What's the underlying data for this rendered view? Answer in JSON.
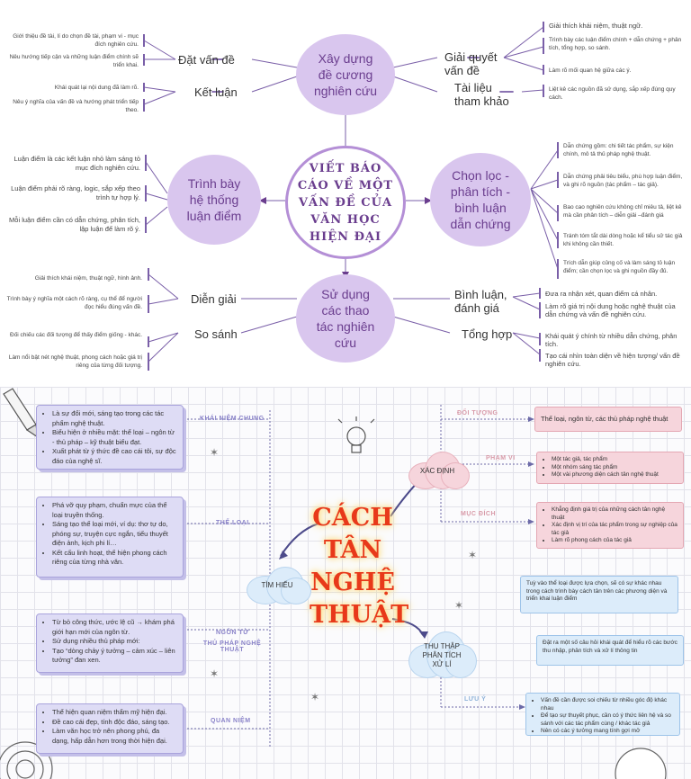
{
  "top": {
    "center": "VIẾT BÁO CÁO VỀ MỘT VẤN ĐỀ CỦA VĂN HỌC HIỆN ĐẠI",
    "bubbles": {
      "top": "Xây dựng đề cương nghiên cứu",
      "left": "Trình bày hệ thống luận điểm",
      "right": "Chọn lọc - phân tích - bình luận dẫn chứng",
      "bottom": "Sử dụng các thao tác nghiên cứu"
    },
    "subs": {
      "dat_van_de": "Đặt vấn đề",
      "ket_luan": "Kết luận",
      "giai_quyet": "Giải quyết vấn đề",
      "tai_lieu": "Tài liệu tham khảo",
      "dien_giai": "Diễn giải",
      "so_sanh": "So sánh",
      "binh_luan": "Bình luận, đánh giá",
      "tong_hop": "Tổng hợp"
    },
    "notes": {
      "dvd1": "Giới thiệu đề tài, lí do chọn đề tài, phạm vi - mục đích nghiên cứu.",
      "dvd2": "Nêu hướng tiếp cận và những luận điểm chính sẽ triển khai.",
      "kl1": "Khái quát lại nội dung đã làm rõ.",
      "kl2": "Nêu ý nghĩa của vấn đề và hướng phát triển tiếp theo.",
      "gq1": "Giải thích khái niệm, thuật ngữ.",
      "gq2": "Trình bày các luận điểm chính + dẫn chứng + phân tích, tổng hợp, so sánh.",
      "gq3": "Làm rõ mối quan hệ giữa các ý.",
      "tl1": "Liệt kê các nguồn đã sử dụng, sắp xếp đúng quy cách.",
      "ld1": "Luận điểm là các kết luận nhỏ làm sáng tỏ mục đích nghiên cứu.",
      "ld2": "Luận điểm phải rõ ràng, logic, sắp xếp theo trình tự hợp lý.",
      "ld3": "Mỗi luận điểm cần có dẫn chứng, phân tích, lập luận để làm rõ ý.",
      "dc1": "Dẫn chứng gồm: chi tiết tác phẩm, sự kiện chính, mô tả thủ pháp nghệ thuật.",
      "dc2": "Dẫn chứng phải tiêu biểu, phù hợp luận điểm, và ghi rõ nguồn (tác phẩm – tác giả).",
      "dc3": "Bao cao nghiên cứu không chỉ miêu tả, liệt kê mà cần phân tích – diễn giải –đánh giá",
      "dc4": "Tránh tóm tắt dài dòng hoặc kể tiểu sử tác giả khi không cần thiết.",
      "dc5": "Trích dẫn giúp củng cố và làm sáng tỏ luận điểm; cần chọn lọc và ghi nguồn đầy đủ.",
      "dg1": "Giải thích khái niệm, thuật ngữ, hình ảnh.",
      "dg2": "Trình bày ý nghĩa một cách rõ ràng, cụ thể để người đọc hiểu đúng vấn đề.",
      "ss1": "Đối chiếu các đối tượng để thấy điểm giống - khác.",
      "ss2": "Làm nổi bật nét nghệ thuật, phong cách hoặc giá trị riêng của từng đối tượng.",
      "bl1": "Đưa ra nhận xét, quan điểm cá nhân.",
      "bl2": "Làm rõ giá trị nội dung hoặc nghệ thuật của dẫn chứng và vấn đề nghiên cứu.",
      "th1": "Khái quát ý chính từ nhiều dẫn chứng, phân tích.",
      "th2": "Tạo cái nhìn toàn diện về hiện tượng/ vấn đề nghiên cứu."
    }
  },
  "bottom": {
    "title": [
      "CÁCH",
      "TÂN",
      "NGHỆ",
      "THUẬT"
    ],
    "left_cloud": "TÌM HIỂU",
    "right_cloud1": "XÁC ĐỊNH",
    "right_cloud2": "THU THẬP PHÂN TÍCH XỬ LÍ",
    "tags": {
      "khai_niem": "KHÁI NIỆM CHUNG",
      "the_loai": "THỂ LOẠI",
      "ngon_tu": "NGÔN TỪ",
      "thu_phap": "THỦ PHÁP NGHỆ THUẬT",
      "quan_niem": "QUAN NIỆM",
      "doi_tuong": "ĐỐI TƯỢNG",
      "pham_vi": "PHẠM VI",
      "muc_dich": "MỤC ĐÍCH",
      "luu_y": "LƯU Ý"
    },
    "left_boxes": [
      [
        "Là sự đổi mới, sáng tạo trong các tác phẩm nghệ thuật.",
        "Biểu hiện ở nhiều mặt: thể loại – ngôn từ - thủ pháp – kỹ thuật biểu đạt.",
        "Xuất phát từ ý thức đề cao cái tôi, sự độc đáo của nghệ sĩ."
      ],
      [
        "Phá vỡ quy phạm, chuẩn mực của thể loại truyền thống.",
        "Sáng tạo thể loại mới, ví dụ: thơ tự do, phóng sự, truyện cực ngắn, tiểu thuyết điện ảnh, kịch phi lí…",
        "Kết cấu linh hoạt, thể hiện phong cách riêng của từng nhà văn."
      ],
      [
        "Từ bỏ công thức, ước lệ cũ → khám phá giới hạn mới của ngôn từ.",
        "Sử dụng nhiều thủ pháp mới:",
        "Tạo “dòng chảy ý tưởng – cảm xúc – liên tưởng” đan xen."
      ],
      [
        "Thể hiện quan niệm thẩm mỹ hiện đại.",
        "Đề cao cái đẹp, tính độc đáo, sáng tạo.",
        "Làm văn học trở nên phong phú, đa dạng, hấp dẫn hơn trong thời hiện đại."
      ]
    ],
    "pink_boxes": [
      [
        "Thể loại, ngôn từ, các thủ pháp nghệ thuật"
      ],
      [
        "Một tác giả, tác phẩm",
        "Một nhóm sáng tác phẩm",
        "Một vài phương diện cách tân nghệ thuật"
      ],
      [
        "Khẳng định giá trị của những cách tân nghệ thuật",
        "Xác định vị trí của tác phẩm trong sự nghiệp của tác giả",
        "Làm rõ phong cách của tác giả"
      ]
    ],
    "blue_boxes": [
      "Tuỳ vào thể loại được lựa chọn, sẽ có sự khác nhau trong cách trình bày cách tân trên các phương diện và triển khai luận điểm",
      "Đặt ra một số câu hỏi khái quát để hiểu rõ các bước thu nhập, phân tích và xử lí thông tin",
      [
        "Vấn đề cần được soi chiếu từ nhiều góc độ khác nhau",
        "Để tạo sự thuyết phục, cần có ý thức liên hệ và so sánh với các tác phẩm cùng / khác tác giả",
        "Nên có các ý tưởng mang tính gợi mở"
      ]
    ]
  }
}
